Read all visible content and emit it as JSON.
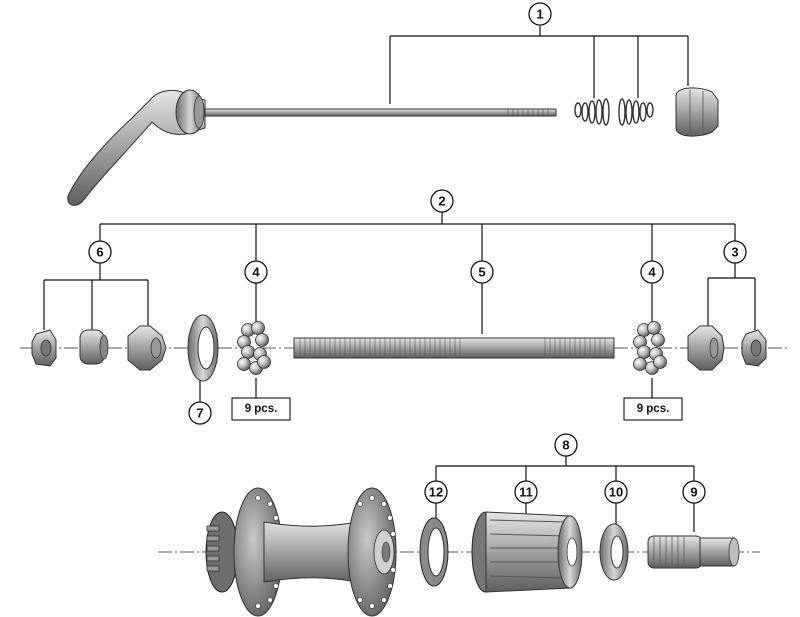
{
  "callouts": [
    {
      "id": "1",
      "label": "1"
    },
    {
      "id": "2",
      "label": "2"
    },
    {
      "id": "3",
      "label": "3"
    },
    {
      "id": "4a",
      "label": "4"
    },
    {
      "id": "4b",
      "label": "4"
    },
    {
      "id": "5",
      "label": "5"
    },
    {
      "id": "6",
      "label": "6"
    },
    {
      "id": "7",
      "label": "7"
    },
    {
      "id": "8",
      "label": "8"
    },
    {
      "id": "9",
      "label": "9"
    },
    {
      "id": "10",
      "label": "10"
    },
    {
      "id": "11",
      "label": "11"
    },
    {
      "id": "12",
      "label": "12"
    }
  ],
  "quantities": {
    "balls_left": "9 pcs.",
    "balls_right": "9 pcs."
  }
}
